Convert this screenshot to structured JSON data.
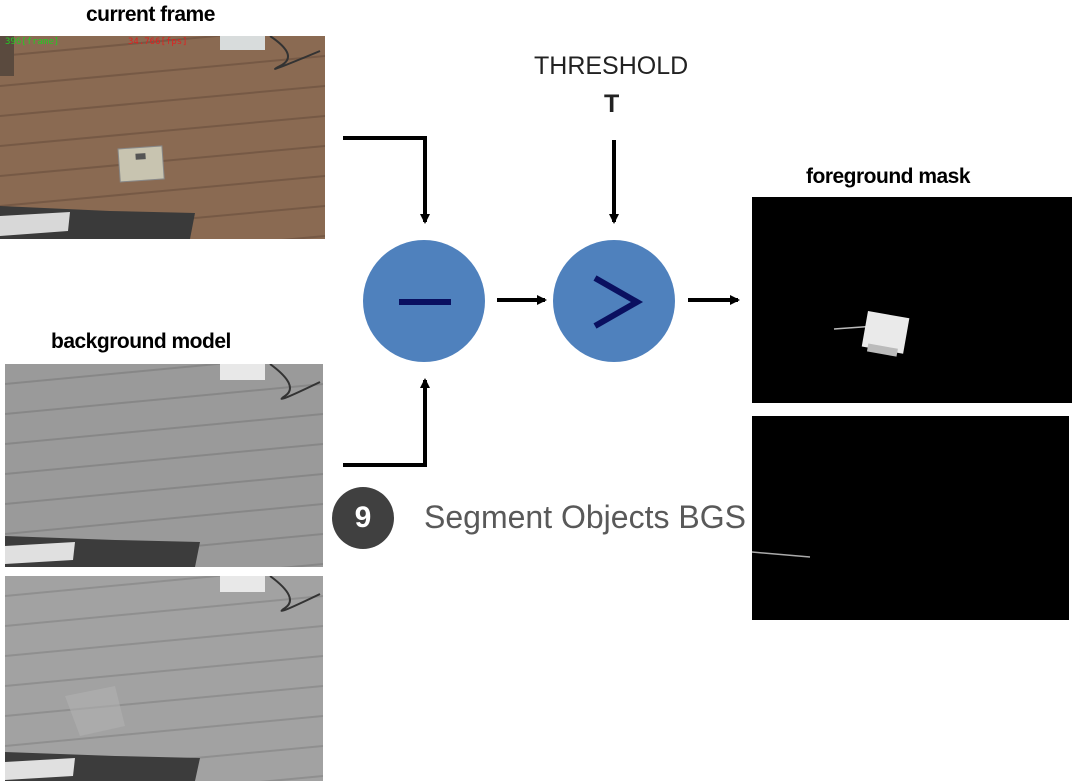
{
  "labels": {
    "current_frame": "current frame",
    "background_model": "background model",
    "foreground_mask": "foreground mask",
    "threshold": "THRESHOLD",
    "threshold_var": "T"
  },
  "operators": {
    "subtract": "−",
    "greater": ">"
  },
  "step": {
    "number": "9",
    "title": "Segment Objects BGS"
  },
  "frame_overlay": {
    "frame_count": "396[frame]",
    "fps": "34.766[fps]"
  },
  "colors": {
    "operator_fill": "#4f81bd",
    "operator_symbol": "#0a1060",
    "badge": "#404040",
    "step_text": "#595959",
    "frame_count_text": "#22cc22",
    "fps_text": "#e02020"
  }
}
